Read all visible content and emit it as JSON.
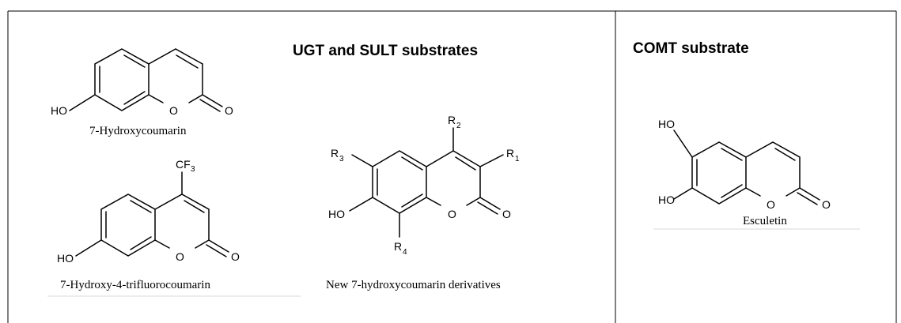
{
  "panels": {
    "left_heading": "UGT and SULT substrates",
    "right_heading": "COMT substrate"
  },
  "molecules": [
    {
      "id": "7-hydroxycoumarin",
      "caption": "7-Hydroxycoumarin",
      "atoms": {
        "oh": "HO",
        "o_ring": "O",
        "o_carbonyl": "O"
      }
    },
    {
      "id": "7-hydroxy-4-trifluorocoumarin",
      "caption": "7-Hydroxy-4-trifluorocoumarin",
      "atoms": {
        "oh": "HO",
        "o_ring": "O",
        "o_carbonyl": "O",
        "cf3_main": "CF",
        "cf3_sub": "3"
      }
    },
    {
      "id": "new-derivatives",
      "caption": "New 7-hydroxycoumarin derivatives",
      "atoms": {
        "oh": "HO",
        "o_ring": "O",
        "o_carbonyl": "O",
        "r1": "R",
        "r1_sub": "1",
        "r2": "R",
        "r2_sub": "2",
        "r3": "R",
        "r3_sub": "3",
        "r4": "R",
        "r4_sub": "4"
      }
    },
    {
      "id": "esculetin",
      "caption": "Esculetin",
      "atoms": {
        "oh_top": "HO",
        "oh_bottom": "HO",
        "o_ring": "O",
        "o_carbonyl": "O"
      }
    }
  ]
}
